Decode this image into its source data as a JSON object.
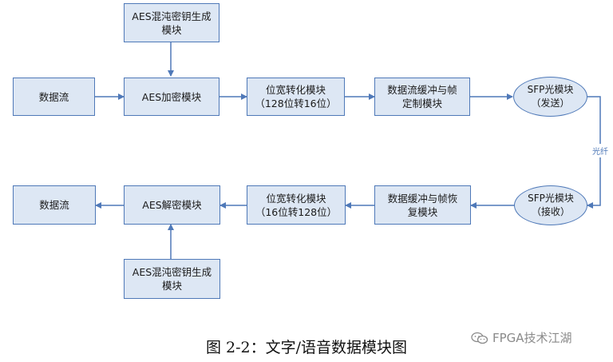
{
  "top_row": {
    "keygen_top": "AES混沌密钥生成\n模块",
    "data_stream": "数据流",
    "aes_encrypt": "AES加密模块",
    "width_conv_1": "位宽转化模块\n（128位转16位）",
    "buffer_frame": "数据流缓冲与帧\n定制模块",
    "sfp_send": "SFP光模块\n（发送）"
  },
  "link": {
    "fiber_label": "光纤"
  },
  "bottom_row": {
    "sfp_receive": "SFP光模块\n（接收）",
    "buffer_restore": "数据缓冲与帧恢\n复模块",
    "width_conv_2": "位宽转化模块\n（16位转128位）",
    "aes_decrypt": "AES解密模块",
    "data_stream": "数据流",
    "keygen_bottom": "AES混沌密钥生成\n模块"
  },
  "caption": "图 2-2：文字/语音数据模块图",
  "watermark": "FPGA技术江湖",
  "colors": {
    "box_fill": "#dde7f4",
    "box_border": "#4f79b8",
    "arrow": "#4f79b8"
  }
}
